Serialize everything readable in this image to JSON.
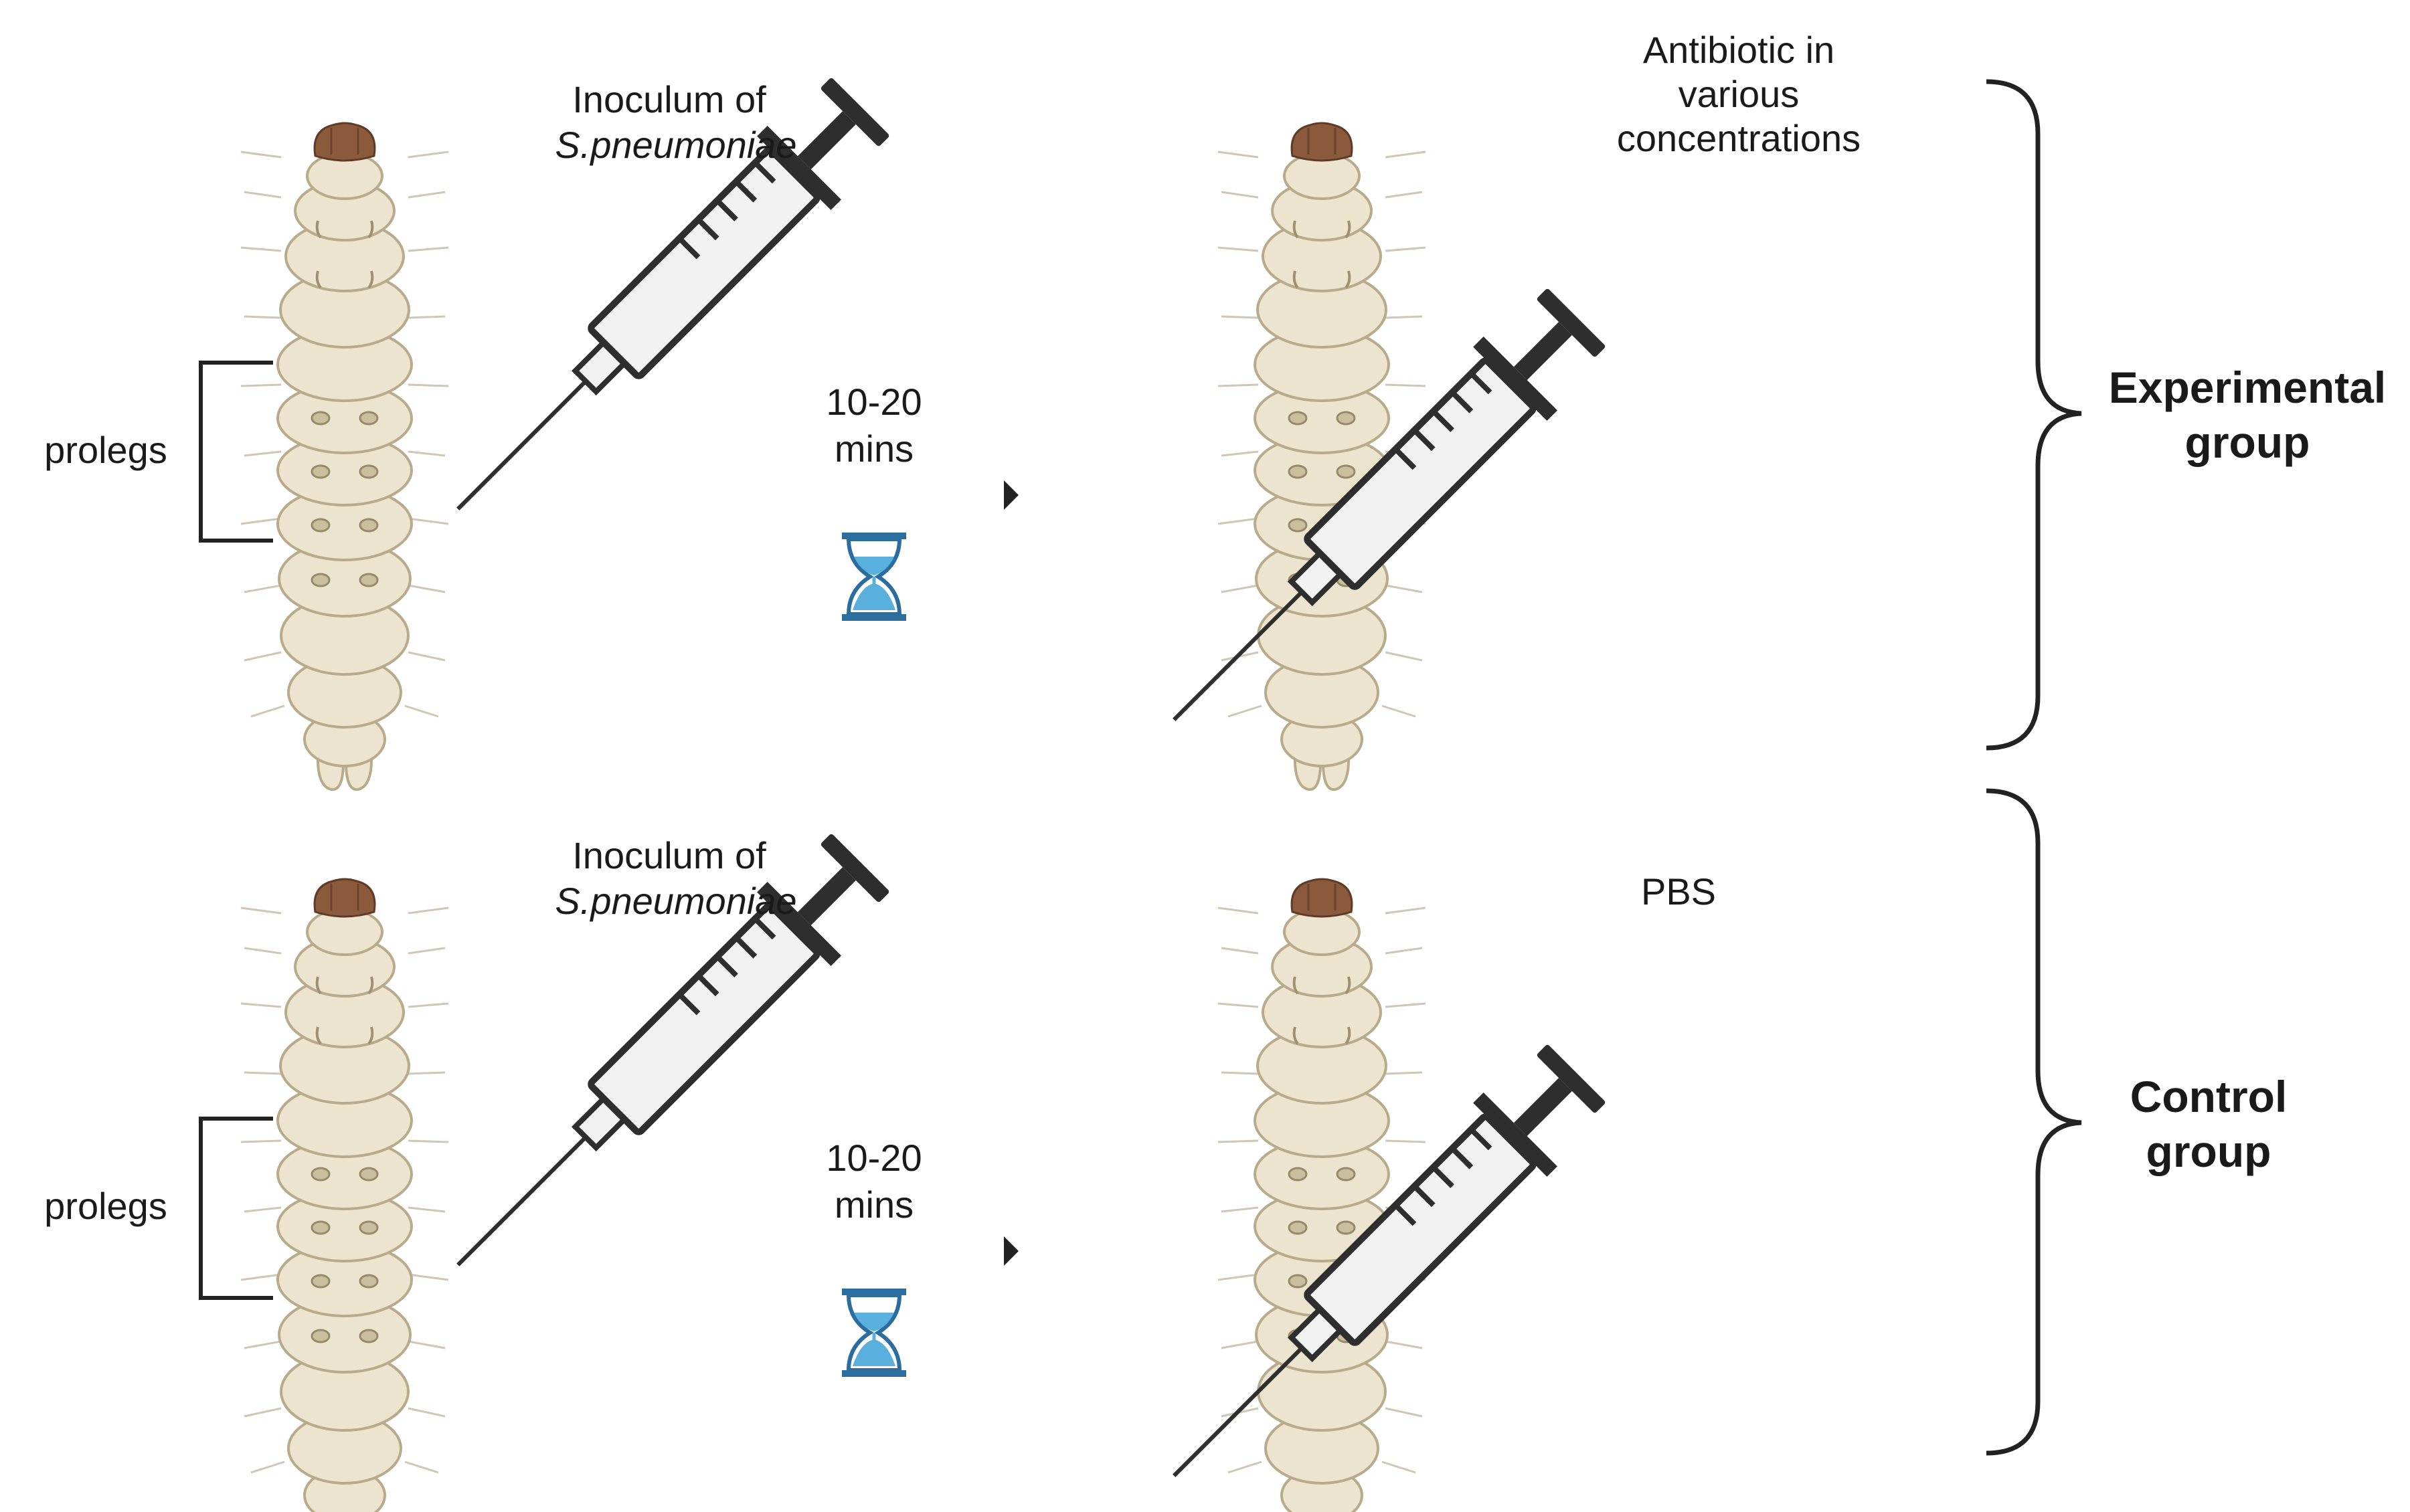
{
  "rows": [
    {
      "id": "experimental",
      "left_syringe_label_line1": "Inoculum of",
      "left_syringe_label_line2": "S.pneumoniae",
      "prolegs_label": "prolegs",
      "wait_time_line1": "10-20",
      "wait_time_line2": "mins",
      "right_syringe_label_lines": [
        "Antibiotic in",
        "various",
        "concentrations"
      ],
      "group_label_line1": "Experimental",
      "group_label_line2": "group",
      "left_fluid_color": "#8a6b55",
      "right_fluid_color": "#6e6e6e"
    },
    {
      "id": "control",
      "left_syringe_label_line1": "Inoculum of",
      "left_syringe_label_line2": "S.pneumoniae",
      "prolegs_label": "prolegs",
      "wait_time_line1": "10-20",
      "wait_time_line2": "mins",
      "right_syringe_label_lines": [
        "PBS"
      ],
      "group_label_line1": "Control",
      "group_label_line2": "group",
      "left_fluid_color": "#8a6b55",
      "right_fluid_color": "#1f94b7"
    }
  ],
  "colors": {
    "larva_body": "#ede4cf",
    "larva_outline": "#b8ab8b",
    "larva_head": "#8b5a3c",
    "syringe_barrel": "#f2f2f2",
    "syringe_dark": "#2e2e2e",
    "hourglass_frame": "#2b6d9e",
    "hourglass_sand": "#5ab0dc",
    "line": "#222222"
  },
  "icons": [
    "larva-icon",
    "syringe-icon",
    "hourglass-icon",
    "bracket-icon",
    "brace-icon",
    "arrow-icon"
  ]
}
